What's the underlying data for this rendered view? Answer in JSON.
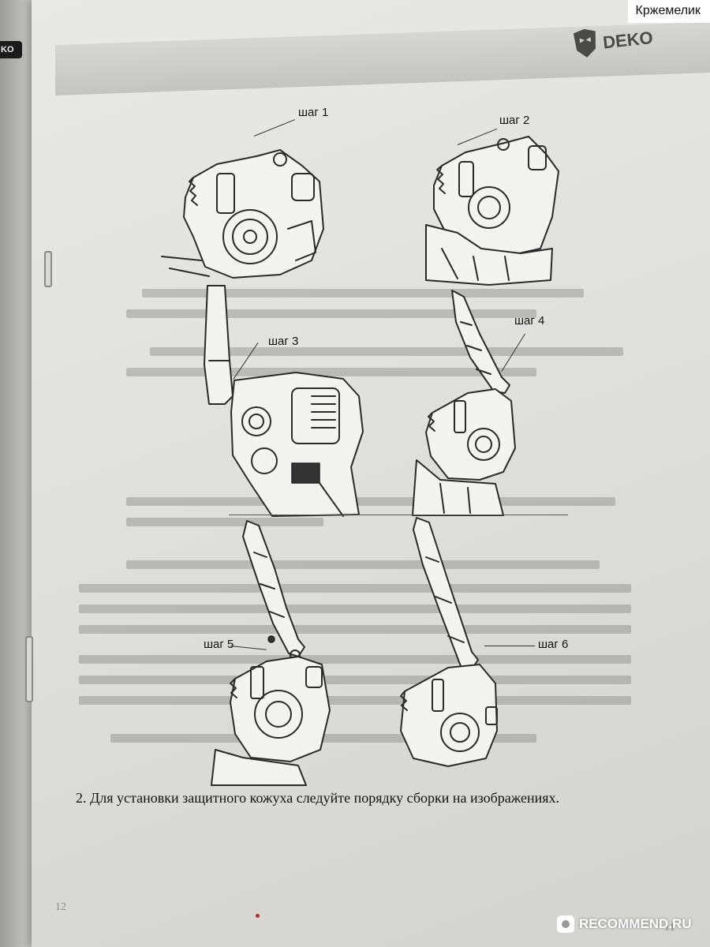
{
  "watermark_top": "Кржемелик",
  "brand_logo": {
    "text": "DEKO",
    "icon": "mask-logo-icon"
  },
  "left_page_logo": "KO",
  "steps": [
    {
      "label": "шаг 1"
    },
    {
      "label": "шаг 2"
    },
    {
      "label": "шаг 3"
    },
    {
      "label": "шаг 4"
    },
    {
      "label": "шаг 5"
    },
    {
      "label": "шаг 6"
    }
  ],
  "caption": "2. Для установки защитного кожуха следуйте порядку сборки на изображениях.",
  "page_number_left": "12",
  "page_number_right": "11",
  "watermark_bottom": {
    "text": "RECOMMEND.RU",
    "icon": "recommend-logo-icon"
  }
}
